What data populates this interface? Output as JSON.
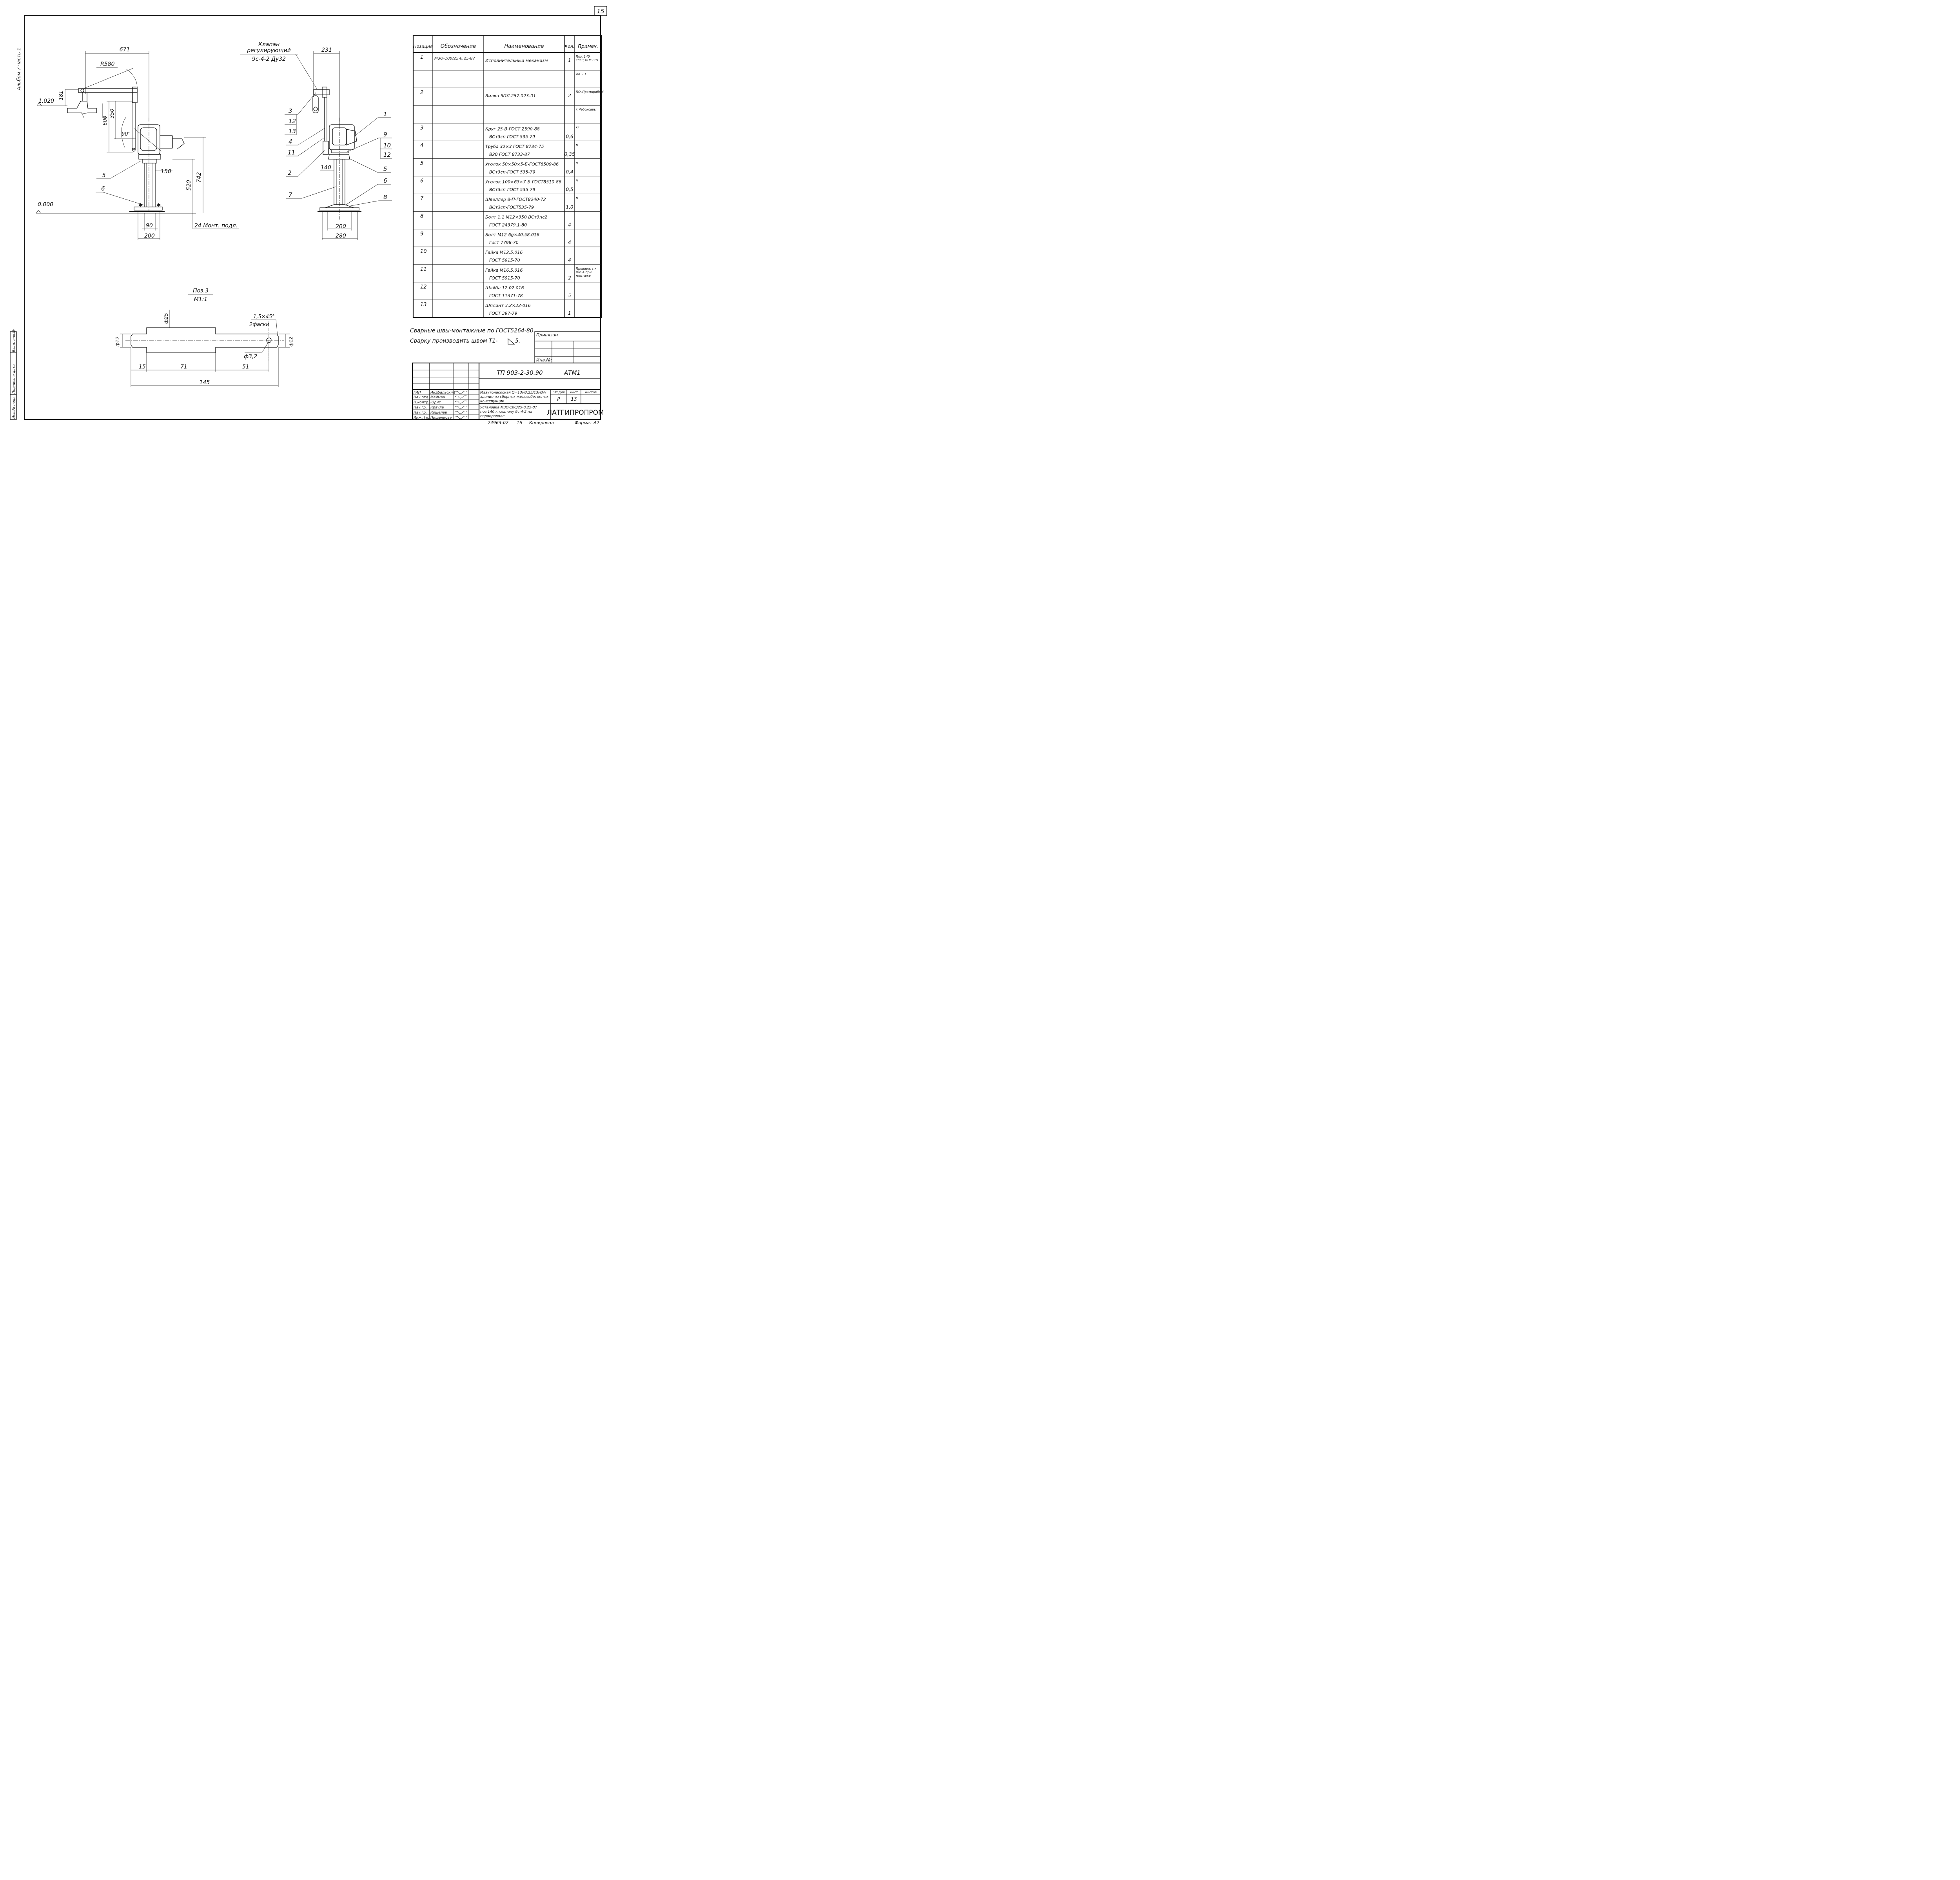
{
  "sheet": {
    "number": "15",
    "side_label": "Альбом 7 часть 1"
  },
  "side_stamp": {
    "labels": [
      "Инв.№ подл.",
      "Подпись и дата",
      "Взам. инв.№"
    ]
  },
  "left_view": {
    "dims": {
      "d671": "671",
      "r580": "R580",
      "elev_top": "1.020",
      "d181": "181",
      "d600": "600",
      "d350": "350",
      "a90": "90°",
      "d150": "150",
      "d520": "520",
      "d742": "742",
      "elev_zero": "0.000",
      "d90": "90",
      "d200": "200",
      "floor": "24 Монт. подл."
    },
    "callouts": [
      "5",
      "6"
    ]
  },
  "right_view": {
    "title_line1": "Клапан",
    "title_line2": "регулирующий",
    "title_line3": "9с-4-2 Ду32",
    "dims": {
      "d231": "231",
      "d140": "140",
      "d200": "200",
      "d280": "280"
    },
    "callouts_left": [
      "3",
      "12",
      "13",
      "4",
      "11",
      "2",
      "7"
    ],
    "callouts_right": [
      "1",
      "9",
      "10",
      "12",
      "5",
      "6",
      "8"
    ]
  },
  "detail": {
    "title": "Поз.3",
    "scale": "М1:1",
    "dims": {
      "phi25": "ф25",
      "phi12_left": "ф12",
      "phi12_right": "ф12",
      "chamfer": "1,5×45°",
      "chamfer_count": "2фаски",
      "phi32": "ф3,2",
      "d15": "15",
      "d71": "71",
      "d51": "51",
      "d145": "145"
    }
  },
  "spec_table": {
    "headers": [
      "Позиция",
      "Обозначение",
      "Наименование",
      "Кол.",
      "Примеч."
    ],
    "rows": [
      {
        "pos": "1",
        "code": "МЗО-100/25-0,25-87",
        "name1": "Исполнительный механизм",
        "name2": "",
        "qty": "1",
        "note": "Поз. 140 спец.АТМ.С01"
      },
      {
        "pos": "",
        "code": "",
        "name1": "",
        "name2": "",
        "qty": "",
        "note": "лл. 13"
      },
      {
        "pos": "2",
        "code": "",
        "name1": "Вилка 5ПЛ.257.023-01",
        "name2": "",
        "qty": "2",
        "note": "ПО„Промприбор\""
      },
      {
        "pos": "",
        "code": "",
        "name1": "",
        "name2": "",
        "qty": "",
        "note": "г.Чебоксары"
      },
      {
        "pos": "3",
        "code": "",
        "name1": "Круг 25-В-ГОСТ 2590-88",
        "name2": "ВСт3сп ГОСТ 535-79",
        "qty": "0,6",
        "note": "кг"
      },
      {
        "pos": "4",
        "code": "",
        "name1": "Труба 32×3 ГОСТ 8734-75",
        "name2": "В20 ГОСТ 8733-87",
        "qty": "0,35",
        "note": "м"
      },
      {
        "pos": "5",
        "code": "",
        "name1": "Уголок 50×50×5-Б-ГОСТ8509-86",
        "name2": "ВСт3сп-ГОСТ 535-79",
        "qty": "0,4",
        "note": "м"
      },
      {
        "pos": "6",
        "code": "",
        "name1": "Уголок 100×63×7-Б-ГОСТ8510-86",
        "name2": "ВСт3сп-ГОСТ 535-79",
        "qty": "0,5",
        "note": "м"
      },
      {
        "pos": "7",
        "code": "",
        "name1": "Швеллер 8-П-ГОСТ8240-72",
        "name2": "ВСт3сп-ГОСТ535-79",
        "qty": "1,0",
        "note": "м"
      },
      {
        "pos": "8",
        "code": "",
        "name1": "Болт 1.1 М12×350 ВСт3пс2",
        "name2": "ГОСТ 24379.1-80",
        "qty": "4",
        "note": ""
      },
      {
        "pos": "9",
        "code": "",
        "name1": "Болт М12-6g×40.58.016",
        "name2": "Гост 7798-70",
        "qty": "4",
        "note": ""
      },
      {
        "pos": "10",
        "code": "",
        "name1": "Гайка М12.5.016",
        "name2": "ГОСТ 5915-70",
        "qty": "4",
        "note": ""
      },
      {
        "pos": "11",
        "code": "",
        "name1": "Гайка М16.5.016",
        "name2": "ГОСТ 5915-70",
        "qty": "2",
        "note": "Проварить к поз.4 при монтаже"
      },
      {
        "pos": "12",
        "code": "",
        "name1": "Шайба 12.02.016",
        "name2": "ГОСТ 11371-78",
        "qty": "5",
        "note": ""
      },
      {
        "pos": "13",
        "code": "",
        "name1": "Шплинт 3,2×22-016",
        "name2": "ГОСТ 397-79",
        "qty": "1",
        "note": ""
      }
    ]
  },
  "notes": {
    "line1": "Сварные швы-монтажные по ГОСТ5264-80",
    "line2": "Сварку производить швом Т1-",
    "line2_tail": "5."
  },
  "binding_box": {
    "title": "Привязан",
    "inv": "Инв.№:"
  },
  "title_block": {
    "doc_code": "ТП 903-2-30.90",
    "mark": "АТМ1",
    "object_name": "Мазутонасосная Q=13м3,25/13м3/ч здание из сборных железобетонных конструкций",
    "sheet_name": "Установка МЗО-100/25-0,25-87 поз.140 к клапану 9с-4-2 на паропроводе",
    "stage_label": "Стадия",
    "sheet_label": "Лист",
    "sheets_label": "Листов",
    "stage": "Р",
    "sheet": "13",
    "sheets": "",
    "org": "ЛАТГИПРОПРОМ",
    "staff": [
      {
        "role": "ГИП",
        "name": "Индбальский"
      },
      {
        "role": "Нач.отд.",
        "name": "Мейман"
      },
      {
        "role": "Н.контр.",
        "name": "Юрис"
      },
      {
        "role": "Нач.гр.",
        "name": "Крауле"
      },
      {
        "role": "Нач.гр.",
        "name": "Кошелев"
      },
      {
        "role": "Инж. I к.",
        "name": "Пищенкова"
      }
    ]
  },
  "footer": {
    "inv_no": "24963-07",
    "sheet": "16",
    "copied": "Копировал",
    "format": "Формат А2"
  }
}
